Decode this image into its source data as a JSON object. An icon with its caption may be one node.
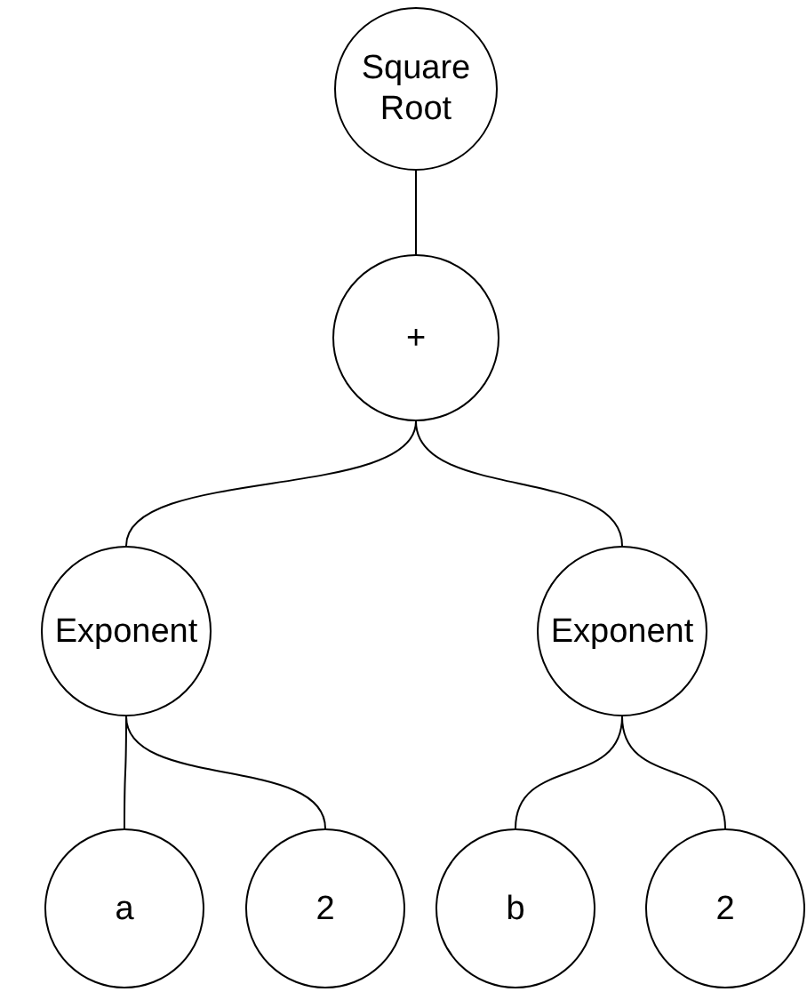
{
  "diagram": {
    "nodes": [
      {
        "text": [
          "Square Root"
        ]
      },
      {
        "text": [
          "+"
        ]
      },
      {
        "text": [
          "Exponent"
        ]
      },
      {
        "text": [
          "Exponent"
        ]
      },
      {
        "text": [
          "a"
        ]
      },
      {
        "text": [
          "2"
        ]
      },
      {
        "text": [
          "b"
        ]
      },
      {
        "text": [
          "2"
        ]
      }
    ],
    "edges": [
      {
        "from": 0,
        "to": 1,
        "arrow": "none"
      },
      {
        "from": 1,
        "to": 2,
        "arrow": "none"
      },
      {
        "from": 1,
        "to": 3,
        "arrow": "none"
      },
      {
        "from": 2,
        "to": 4,
        "arrow": "none"
      },
      {
        "from": 2,
        "to": 5,
        "arrow": "none"
      },
      {
        "from": 3,
        "to": 6,
        "arrow": "none"
      },
      {
        "from": 3,
        "to": 7,
        "arrow": "none"
      }
    ]
  }
}
